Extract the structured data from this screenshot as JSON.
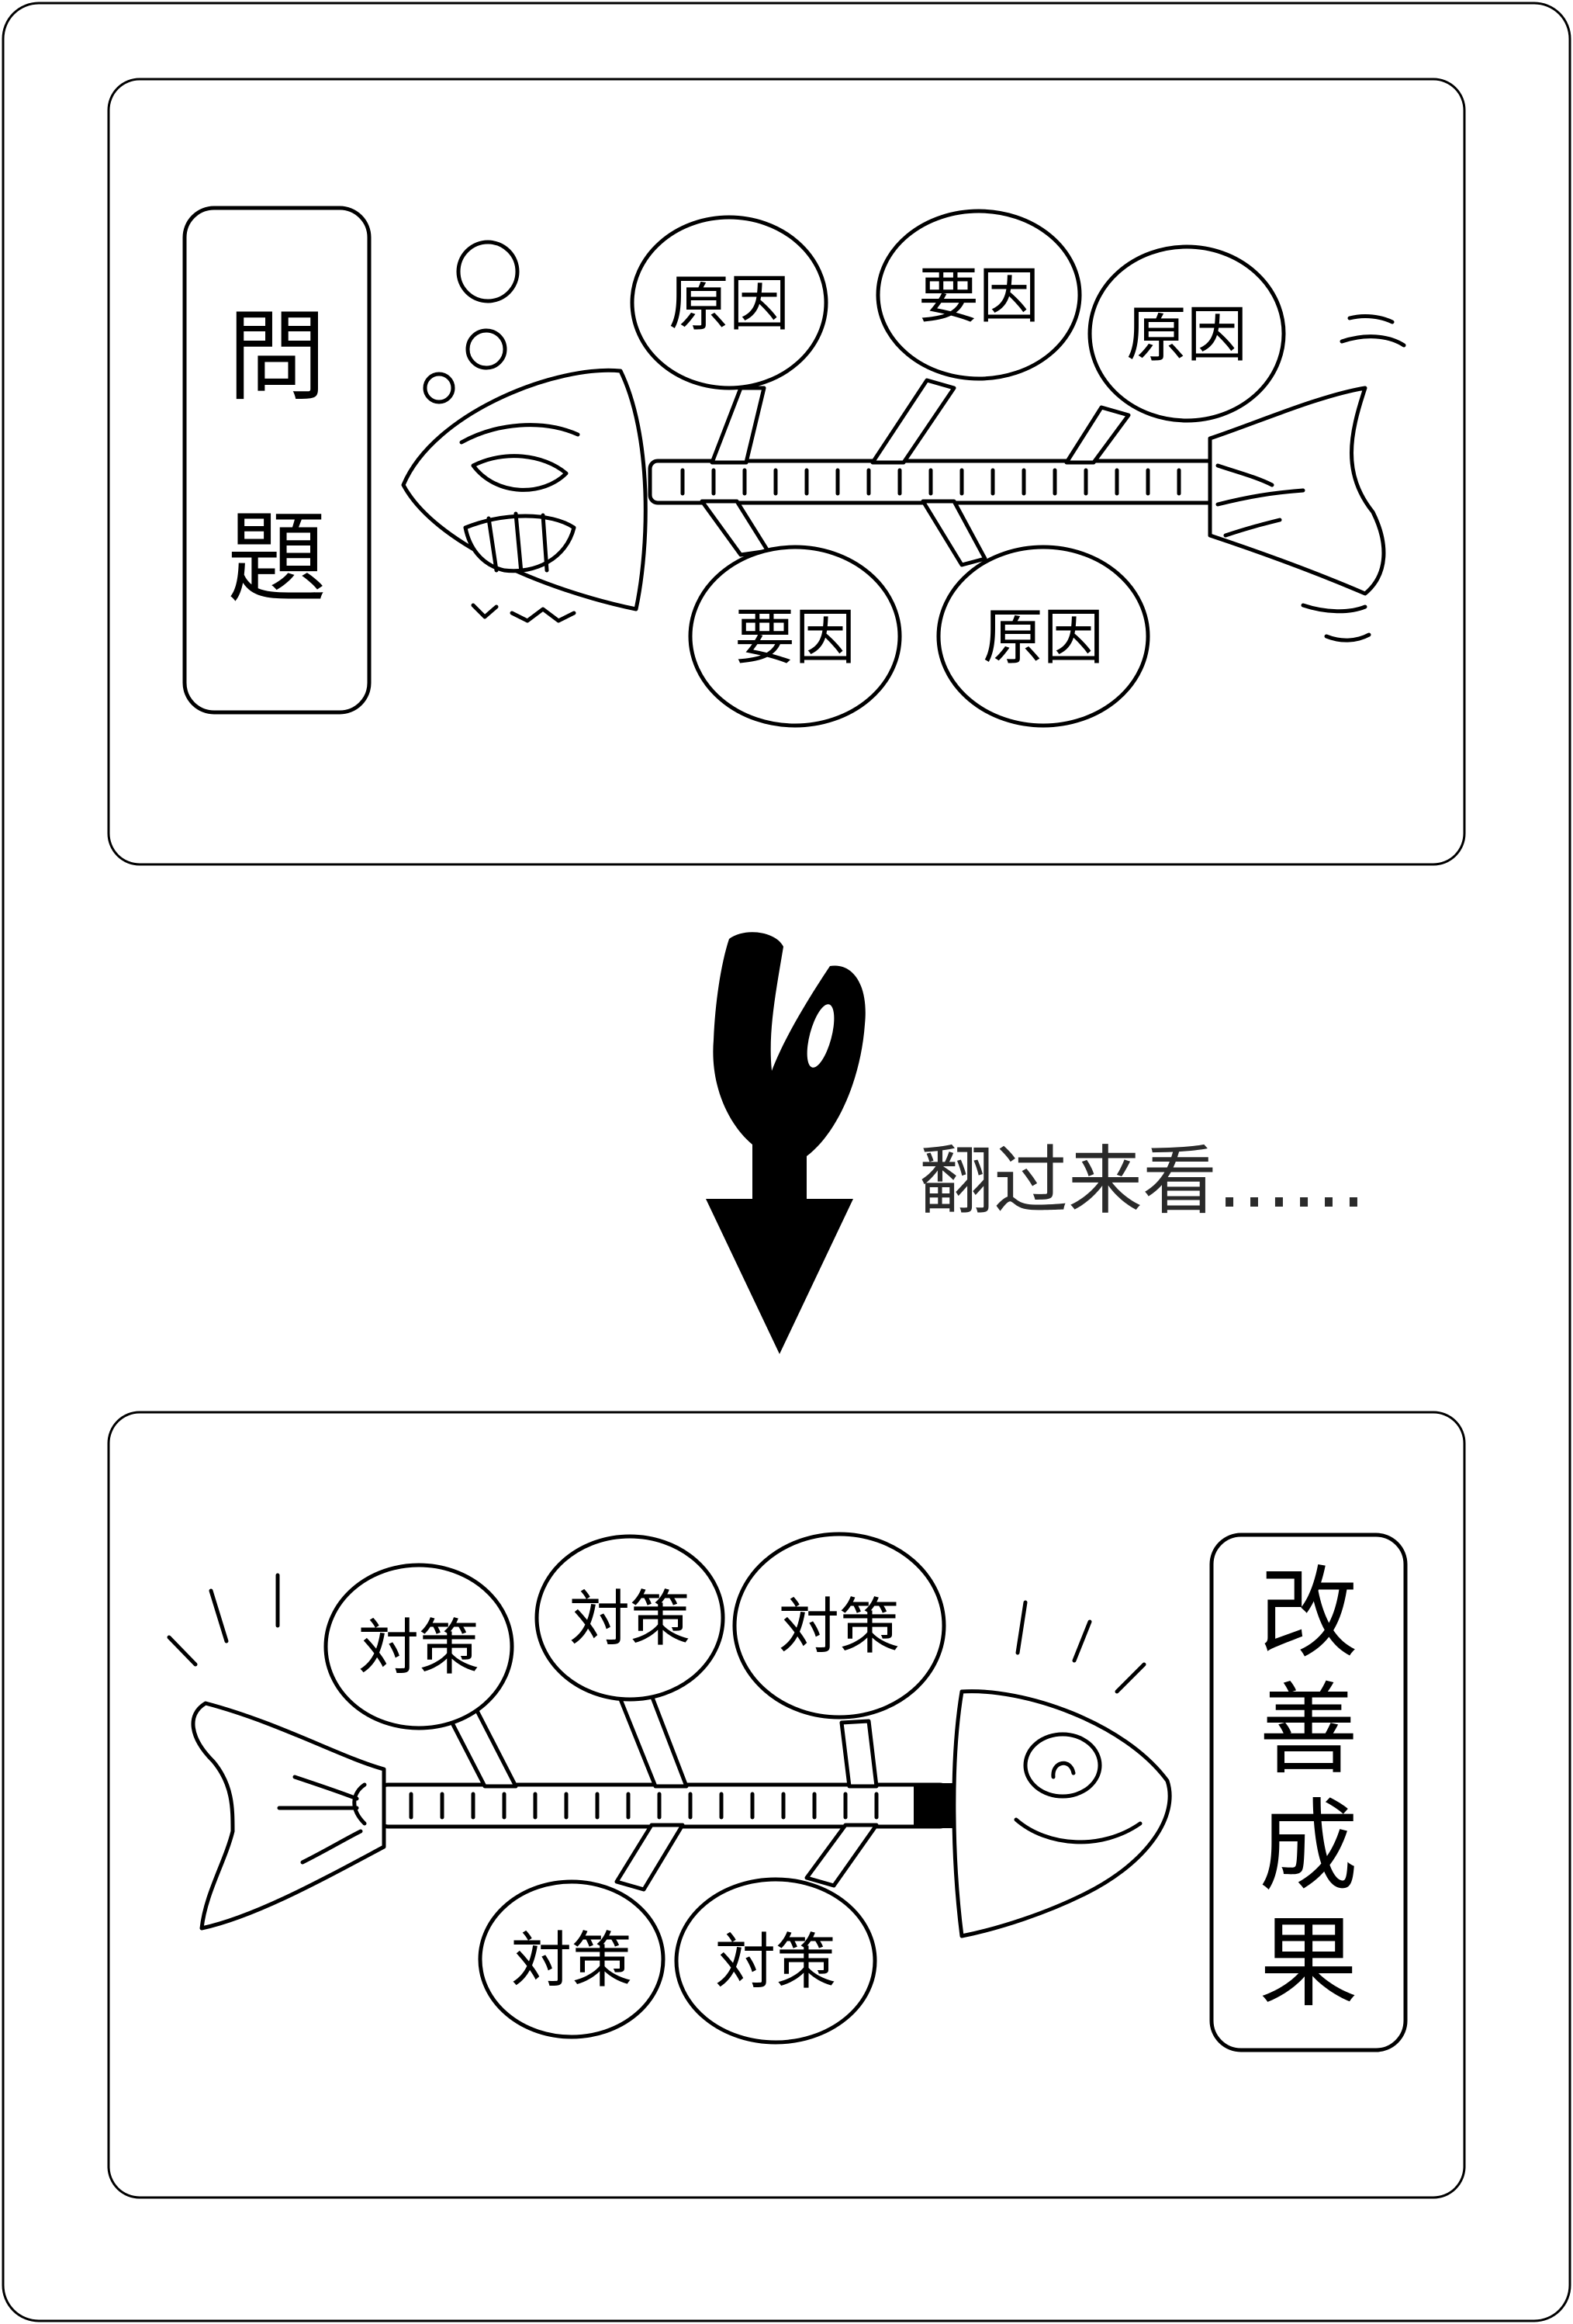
{
  "problem_panel": {
    "label_chars": [
      "問",
      "題"
    ],
    "upper_bubbles": [
      "原因",
      "要因",
      "原因"
    ],
    "lower_bubbles": [
      "要因",
      "原因"
    ]
  },
  "transition": {
    "caption": "翻过来看……",
    "arrow_icon": "curled-down-arrow-icon"
  },
  "result_panel": {
    "label_chars": [
      "改",
      "善",
      "成",
      "果"
    ],
    "upper_bubbles": [
      "対策",
      "対策",
      "対策"
    ],
    "lower_bubbles": [
      "対策",
      "対策"
    ]
  }
}
